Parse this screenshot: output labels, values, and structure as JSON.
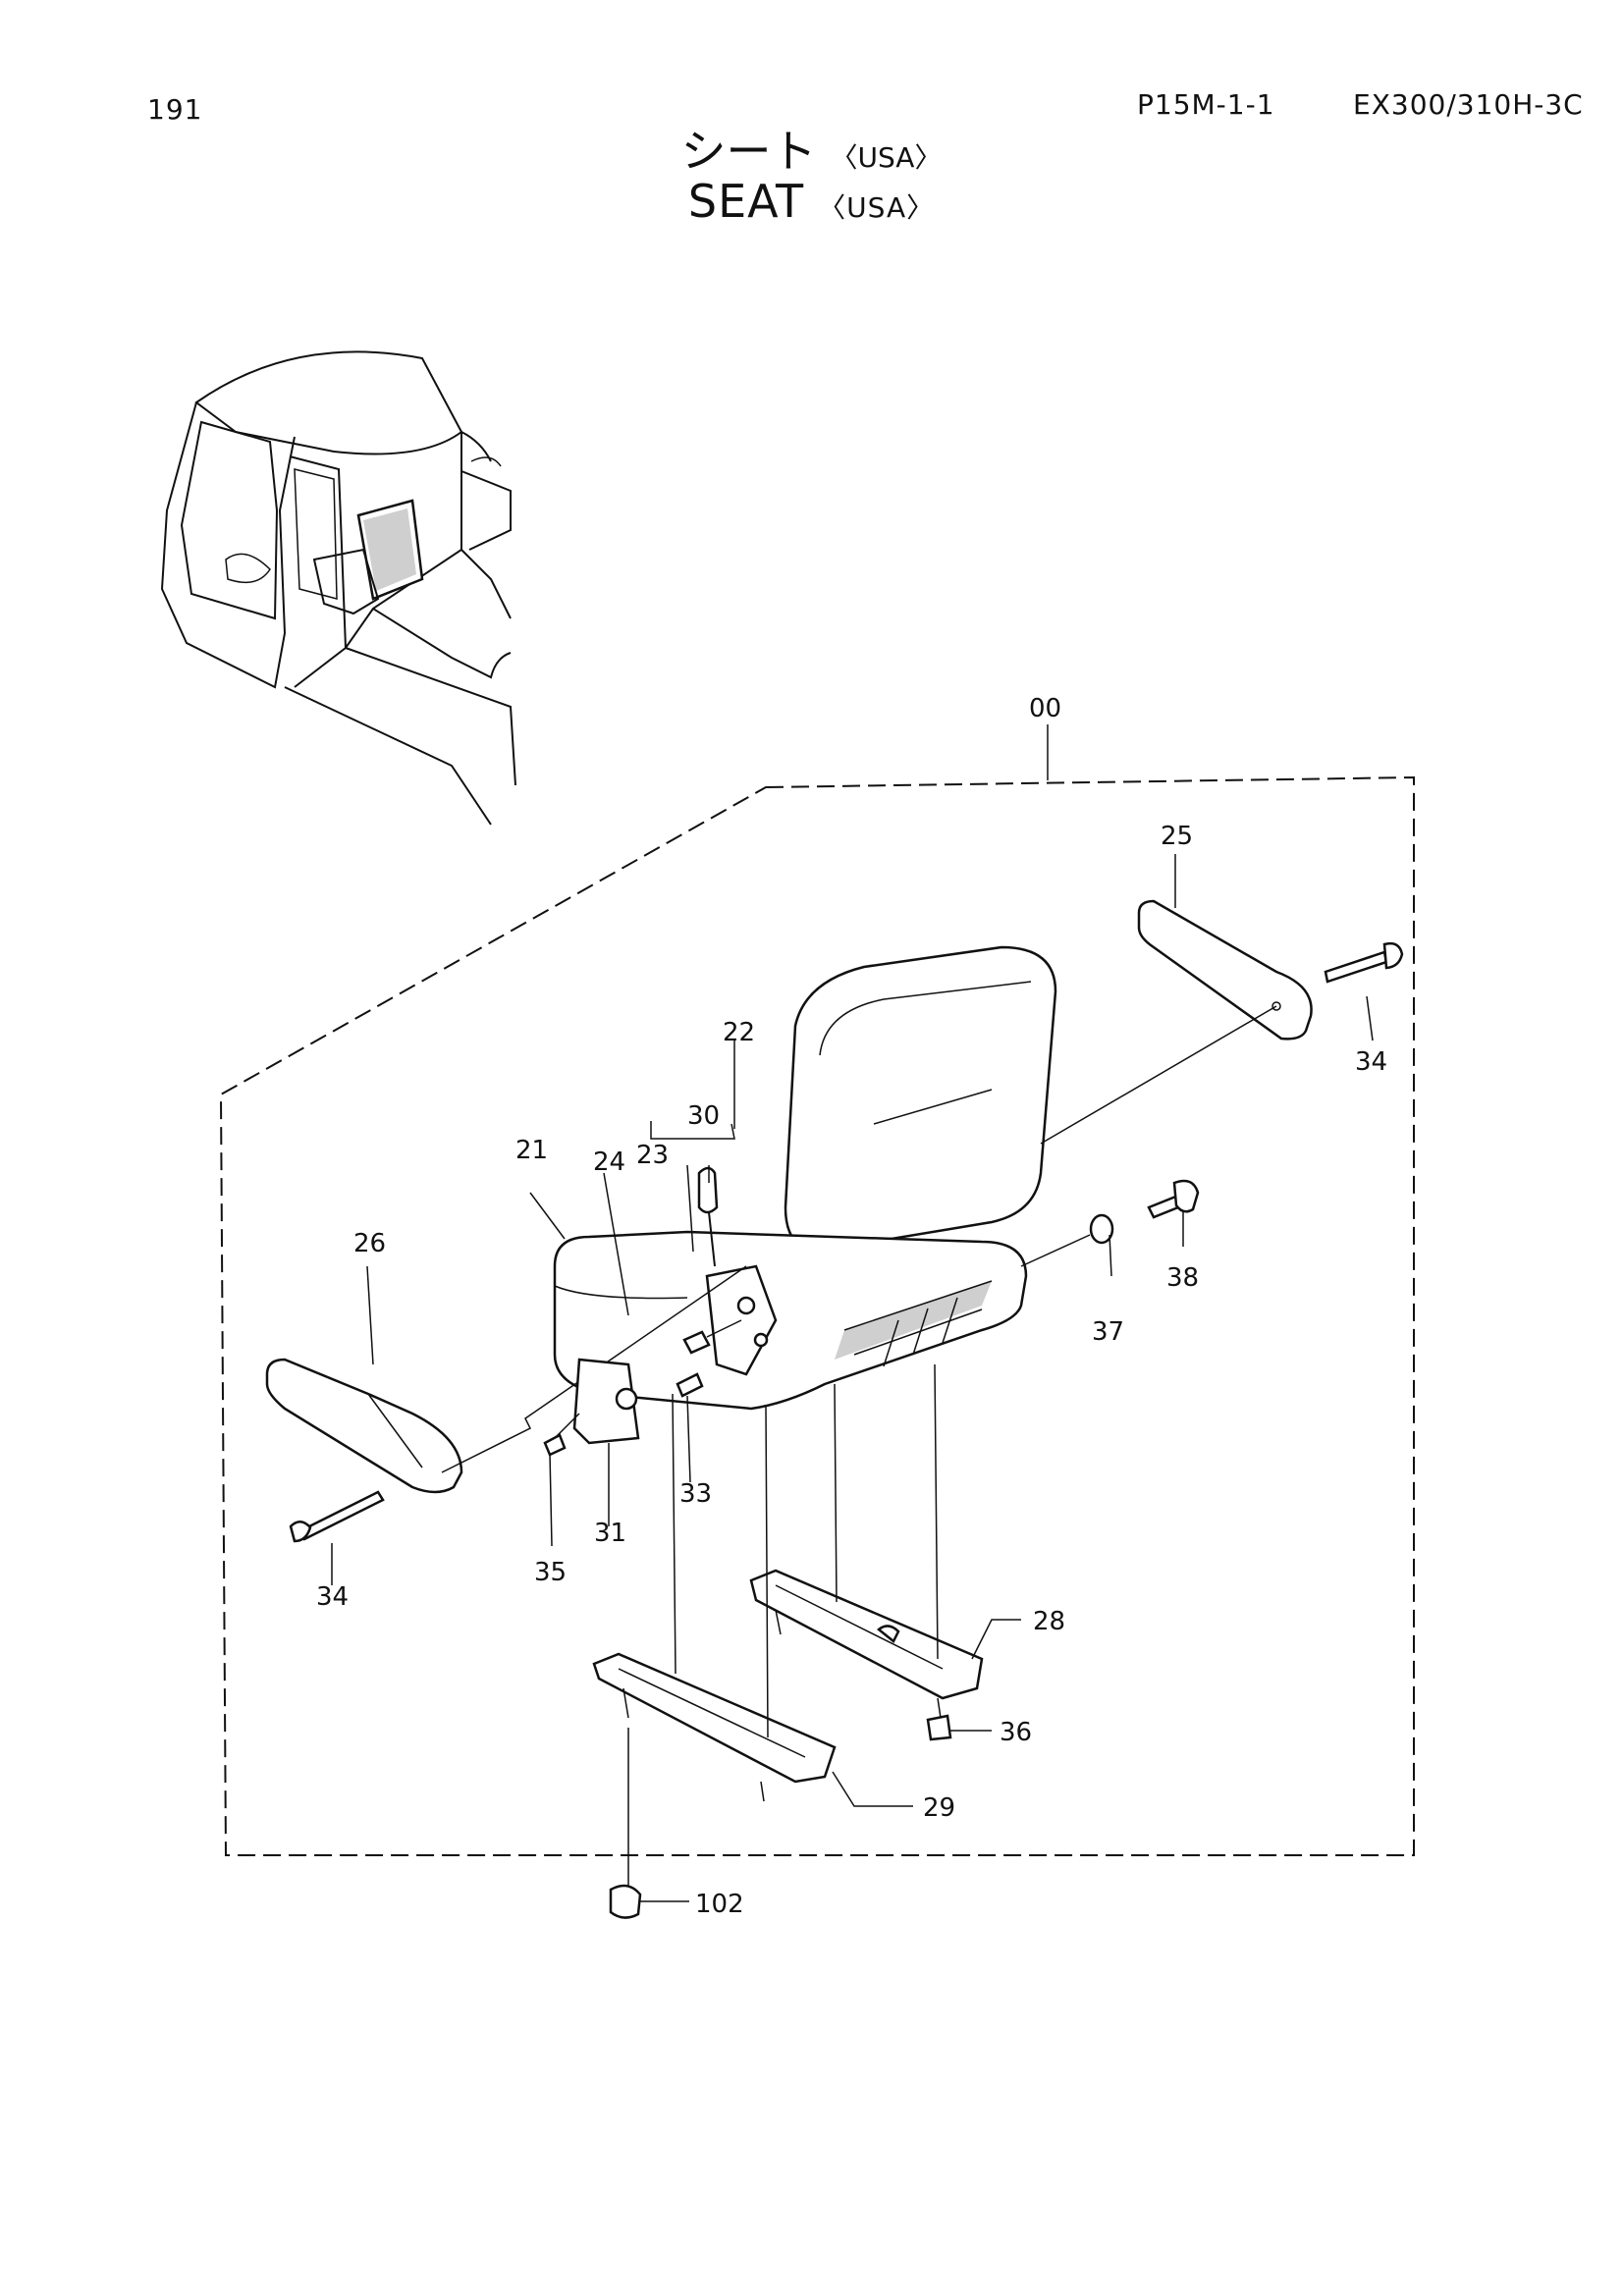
{
  "header": {
    "page_number": "191",
    "section_code": "P15M-1-1",
    "model": "EX300/310H-3C"
  },
  "title": {
    "jp": "シート",
    "en": "SEAT",
    "region_jp": "〈USA〉",
    "region_en": "〈USA〉"
  },
  "callouts": {
    "assembly": "00",
    "c21": "21",
    "c22": "22",
    "c23": "23",
    "c24": "24",
    "c25": "25",
    "c26": "26",
    "c28": "28",
    "c29": "29",
    "c30": "30",
    "c31": "31",
    "c33": "33",
    "c34_left": "34",
    "c34_right": "34",
    "c35": "35",
    "c36": "36",
    "c37": "37",
    "c38": "38",
    "c102": "102"
  }
}
